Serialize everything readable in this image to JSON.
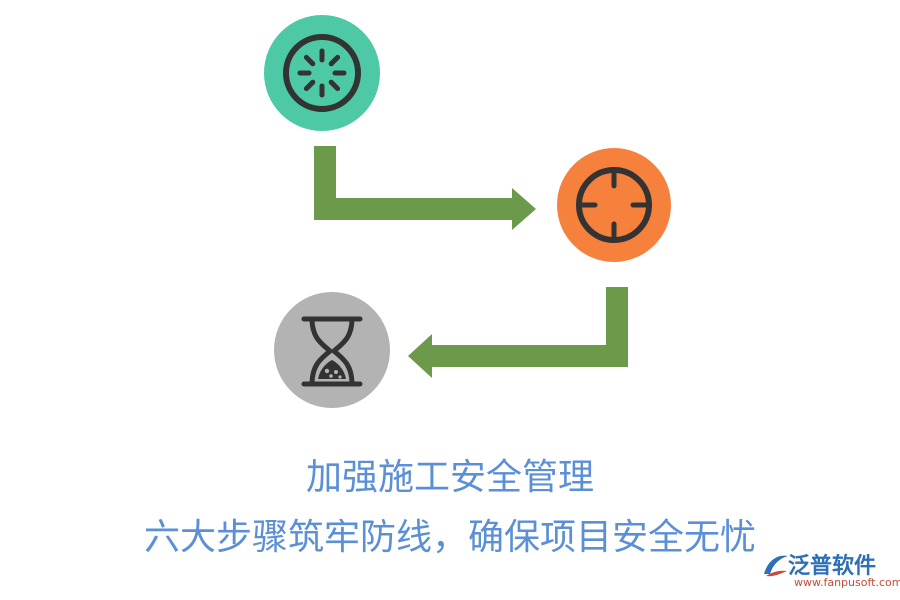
{
  "captions": {
    "title": "加强施工安全管理",
    "subtitle": "六大步骤筑牢防线，确保项目安全无忧"
  },
  "nodes": [
    {
      "id": "node-dial",
      "icon": "dial-icon",
      "color": "#4dc9a5"
    },
    {
      "id": "node-target",
      "icon": "crosshair-icon",
      "color": "#f5813d"
    },
    {
      "id": "node-hourglass",
      "icon": "hourglass-icon",
      "color": "#b3b3b3"
    }
  ],
  "connectors": {
    "color": "#6a9a4a"
  },
  "colors": {
    "caption": "#5b8fd6",
    "icon_stroke": "#333333"
  },
  "logo": {
    "name": "泛普软件",
    "url": "www.fanpusoft.com"
  }
}
